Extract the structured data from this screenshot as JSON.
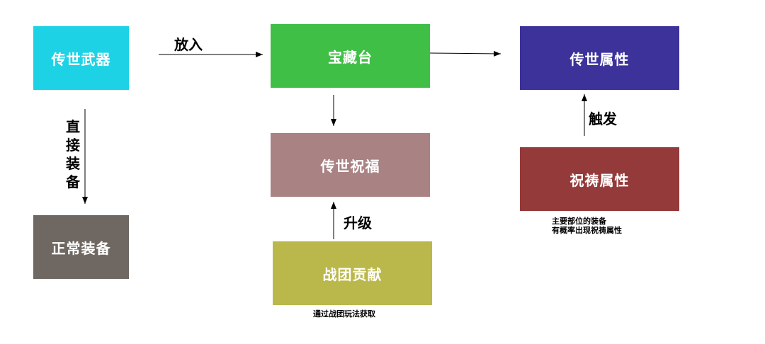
{
  "nodes": {
    "heirloom_weapon": {
      "label": "传世武器",
      "color": "#1ed2e6"
    },
    "treasure_altar": {
      "label": "宝藏台",
      "color": "#3fbf46"
    },
    "heirloom_attribute": {
      "label": "传世属性",
      "color": "#3c329a"
    },
    "heirloom_blessing": {
      "label": "传世祝福",
      "color": "#a98283"
    },
    "prayer_attribute": {
      "label": "祝祷属性",
      "color": "#953a3a"
    },
    "normal_equipment": {
      "label": "正常装备",
      "color": "#6e6762"
    },
    "guild_contribution": {
      "label": "战团贡献",
      "color": "#bab84b"
    }
  },
  "edges": {
    "put_in": "放入",
    "equip_directly": "直接装备",
    "upgrade": "升级",
    "trigger": "触发"
  },
  "notes": {
    "prayer_line1": "主要部位的装备",
    "prayer_line2": "有概率出现祝祷属性",
    "guild_source": "通过战团玩法获取"
  }
}
